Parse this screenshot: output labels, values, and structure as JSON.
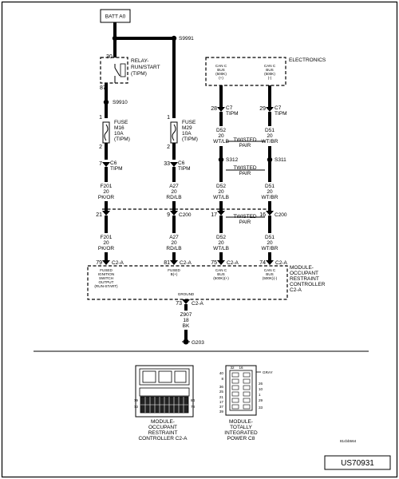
{
  "top": {
    "batt": "BATT A0",
    "splice_s9991": "S9991"
  },
  "relay": {
    "pin30": "30",
    "pin87": "87",
    "name": [
      "RELAY-",
      "RUN/START",
      "(TIPM)"
    ],
    "splice": "S9910"
  },
  "fuse_m16": {
    "pin1": "1",
    "pin2": "2",
    "lines": [
      "FUSE",
      "M16",
      "10A",
      "(TIPM)"
    ]
  },
  "fuse_m29": {
    "pin1": "1",
    "pin2": "2",
    "lines": [
      "FUSE",
      "M29",
      "10A",
      "(TIPM)"
    ]
  },
  "electronics": {
    "label": "ELECTRONICS",
    "bus1": [
      "CAN C",
      "BUS",
      "(500K)",
      "(+)"
    ],
    "bus2": [
      "CAN C",
      "BUS",
      "(500K)",
      "(-)"
    ]
  },
  "c7": {
    "pin_left": "28",
    "pin_right": "29",
    "connector": "C7",
    "module": "TIPM"
  },
  "c6": {
    "pin_left": "7",
    "pin_right": "33",
    "connector": "C6",
    "module": "TIPM"
  },
  "wires": {
    "f201": [
      "F201",
      "20",
      "PK/OR"
    ],
    "a27": [
      "A27",
      "20",
      "RD/LB"
    ],
    "d52": [
      "D52",
      "20",
      "WT/LB"
    ],
    "d51": [
      "D51",
      "20",
      "WT/BR"
    ]
  },
  "twisted_pair": [
    "TWISTED",
    "PAIR"
  ],
  "splices": {
    "s312": "S312",
    "s311": "S311"
  },
  "c200": {
    "label": "C200",
    "pin_f201": "21",
    "pin_a27": "9",
    "pin_d52": "17",
    "pin_d51": "16"
  },
  "c2a": {
    "connector": "C2-A",
    "pin_f201": "79",
    "pin_a27": "81",
    "pin_d52": "75",
    "pin_d51": "74",
    "ground_pin": "73"
  },
  "module": {
    "name": [
      "MODULE-",
      "OCCUPANT",
      "RESTRAINT",
      "CONTROLLER",
      "C2-A"
    ],
    "inputs": [
      [
        "FUSED",
        "IGNITION",
        "SWITCH",
        "OUTPUT",
        "(RUN-START)"
      ],
      [
        "FUSED",
        "B(+)"
      ],
      [
        "CAN C",
        "BUS",
        "(500K)(+)"
      ],
      [
        "CAN C",
        "BUS",
        "(500K)(-)"
      ]
    ],
    "ground": "GROUND"
  },
  "ground_wire": [
    "Z907",
    "18",
    "BK"
  ],
  "ground_point": "G203",
  "views": {
    "orc": {
      "pins": [
        "79",
        "73",
        "84",
        "78"
      ],
      "caption": [
        "MODULE-",
        "OCCUPANT",
        "RESTRAINT",
        "CONTROLLER C2-A"
      ]
    },
    "tipm": {
      "pins_top": [
        "32",
        "16"
      ],
      "pins_left": [
        "40",
        "8",
        "36",
        "25",
        "21",
        "17",
        "37",
        "39"
      ],
      "pins_right": [
        "26",
        "10",
        "1",
        "29",
        "33"
      ],
      "gray": "GRAY",
      "caption": [
        "MODULE-",
        "TOTALLY",
        "INTEGRATED",
        "POWER C8"
      ]
    }
  },
  "code": "81cbb564",
  "figure_id": "US70931"
}
